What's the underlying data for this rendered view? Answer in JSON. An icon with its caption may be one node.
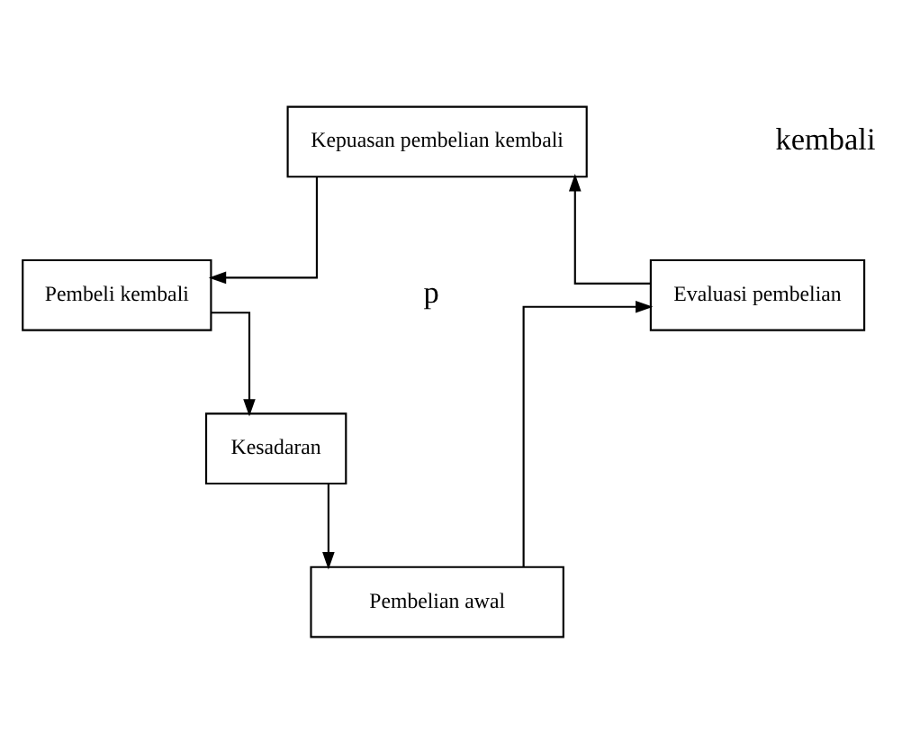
{
  "diagram": {
    "nodes": [
      {
        "text": [
          "Kepuasan pembelian kembali"
        ]
      },
      {
        "text": [
          "Pembeli kembali"
        ]
      },
      {
        "text": [
          "Kesadaran"
        ]
      },
      {
        "text": [
          "Pembelian awal"
        ]
      },
      {
        "text": [
          "Evaluasi pembelian"
        ]
      }
    ],
    "edges": [
      {
        "from": 0,
        "to": 1,
        "arrow": "to"
      },
      {
        "from": 1,
        "to": 2,
        "arrow": "to"
      },
      {
        "from": 2,
        "to": 3,
        "arrow": "to"
      },
      {
        "from": 3,
        "to": 4,
        "arrow": "to"
      },
      {
        "from": 4,
        "to": 0,
        "arrow": "to"
      }
    ],
    "labels": [
      "kembali",
      "p"
    ]
  }
}
